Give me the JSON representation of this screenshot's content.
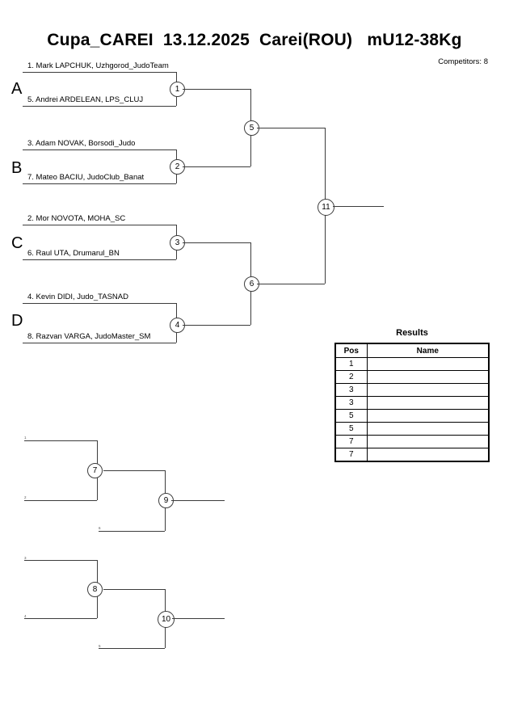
{
  "header": {
    "title": "Cupa_CAREI  13.12.2025  Carei(ROU)   mU12-38Kg",
    "competitors_label": "Competitors: 8"
  },
  "main_bracket": {
    "groups": [
      {
        "letter": "A"
      },
      {
        "letter": "B"
      },
      {
        "letter": "C"
      },
      {
        "letter": "D"
      }
    ],
    "competitors": [
      {
        "seed": 1,
        "text": "1. Mark LAPCHUK, Uzhgorod_JudoTeam",
        "group": "A"
      },
      {
        "seed": 5,
        "text": "5. Andrei ARDELEAN, LPS_CLUJ",
        "group": "A"
      },
      {
        "seed": 3,
        "text": "3. Adam NOVAK, Borsodi_Judo",
        "group": "B"
      },
      {
        "seed": 7,
        "text": "7. Mateo BACIU, JudoClub_Banat",
        "group": "B"
      },
      {
        "seed": 2,
        "text": "2. Mor NOVOTA, MOHA_SC",
        "group": "C"
      },
      {
        "seed": 6,
        "text": "6. Raul UTA, Drumarul_BN",
        "group": "C"
      },
      {
        "seed": 4,
        "text": "4. Kevin DIDI, Judo_TASNAD",
        "group": "D"
      },
      {
        "seed": 8,
        "text": "8. Razvan VARGA, JudoMaster_SM",
        "group": "D"
      }
    ],
    "matches": [
      {
        "number": "1"
      },
      {
        "number": "2"
      },
      {
        "number": "3"
      },
      {
        "number": "4"
      },
      {
        "number": "5"
      },
      {
        "number": "6"
      },
      {
        "number": "11"
      }
    ]
  },
  "repechage": {
    "bracket_one": {
      "matches": [
        {
          "number": "7"
        },
        {
          "number": "9"
        }
      ],
      "seed_tags": [
        "1",
        "2",
        "6"
      ]
    },
    "bracket_two": {
      "matches": [
        {
          "number": "8"
        },
        {
          "number": "10"
        }
      ],
      "seed_tags": [
        "3",
        "4",
        "5"
      ]
    }
  },
  "results": {
    "title": "Results",
    "columns": [
      "Pos",
      "Name"
    ],
    "rows": [
      {
        "pos": "1",
        "name": ""
      },
      {
        "pos": "2",
        "name": ""
      },
      {
        "pos": "3",
        "name": ""
      },
      {
        "pos": "3",
        "name": ""
      },
      {
        "pos": "5",
        "name": ""
      },
      {
        "pos": "5",
        "name": ""
      },
      {
        "pos": "7",
        "name": ""
      },
      {
        "pos": "7",
        "name": ""
      }
    ]
  }
}
